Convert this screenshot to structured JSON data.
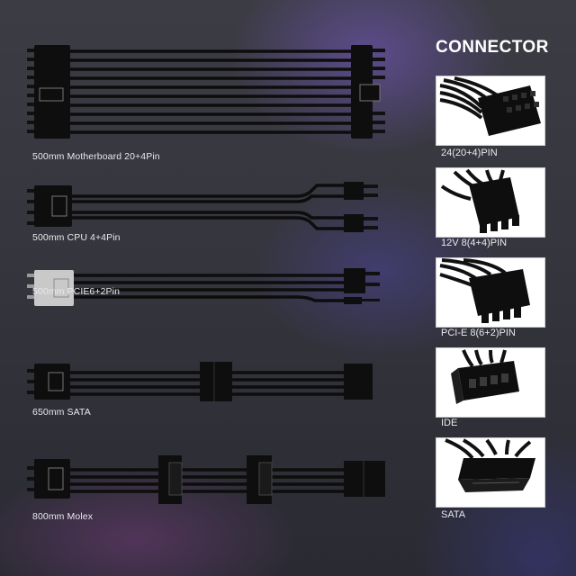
{
  "cables": [
    {
      "label": "500mm Motherboard 20+4Pin",
      "icon": "motherboard-cable"
    },
    {
      "label": "500mm CPU 4+4Pin",
      "icon": "cpu-cable"
    },
    {
      "label": "500mm PCIE6+2Pin",
      "icon": "pcie-cable"
    },
    {
      "label": "650mm SATA",
      "icon": "sata-cable"
    },
    {
      "label": "800mm Molex",
      "icon": "molex-cable"
    }
  ],
  "connectors": {
    "heading": "CONNECTOR",
    "items": [
      {
        "label": "24(20+4)PIN",
        "icon": "atx-24pin-connector"
      },
      {
        "label": "12V 8(4+4)PIN",
        "icon": "cpu-8pin-connector"
      },
      {
        "label": "PCI-E 8(6+2)PIN",
        "icon": "pcie-8pin-connector"
      },
      {
        "label": "IDE",
        "icon": "ide-molex-connector"
      },
      {
        "label": "SATA",
        "icon": "sata-connector"
      }
    ]
  },
  "colors": {
    "background": "#35353d",
    "cable": "#0d0d0d",
    "text": "#e8e8ee",
    "pcie_plug": "#c9c9c9"
  }
}
